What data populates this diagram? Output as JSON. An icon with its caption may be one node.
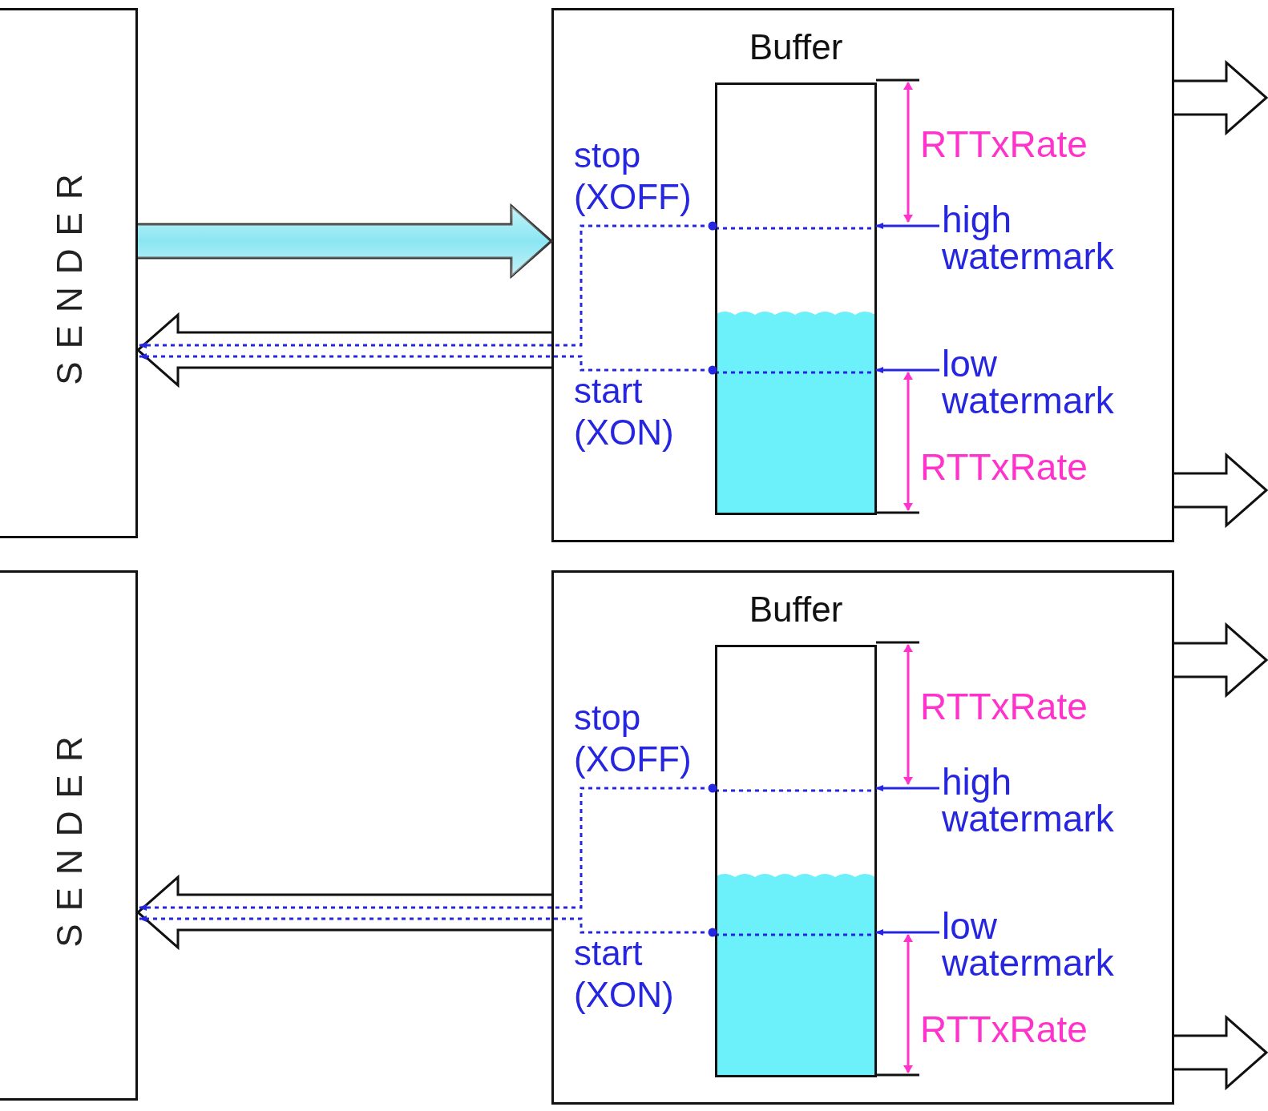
{
  "diagram": {
    "nodes": [
      {
        "text": [
          "SENDER"
        ]
      },
      {
        "text": [],
        "shape": "box"
      },
      {
        "text": [
          "Buffer"
        ],
        "in": 1
      },
      {
        "text": [
          "high watermark"
        ],
        "in": 1
      },
      {
        "text": [
          "low watermark"
        ],
        "in": 1
      },
      {
        "text": [
          "SENDER"
        ]
      },
      {
        "text": [],
        "shape": "box"
      },
      {
        "text": [
          "Buffer"
        ],
        "in": 6
      },
      {
        "text": [
          "high watermark"
        ],
        "in": 6
      },
      {
        "text": [
          "low watermark"
        ],
        "in": 6
      }
    ],
    "edges": [
      {
        "from": 0,
        "to": 1,
        "arrow": "to",
        "style": "thick",
        "color": "#8be6f2"
      },
      {
        "from": 1,
        "to": 0,
        "arrow": "to"
      },
      {
        "from": 2,
        "to": 0,
        "arrow": "to",
        "label": "stop (XOFF)",
        "style": "dashed",
        "color": "#2626e0"
      },
      {
        "from": 2,
        "to": 0,
        "arrow": "to",
        "label": "start (XON)",
        "style": "dashed",
        "color": "#2626e0"
      },
      {
        "from": 3,
        "to": 2,
        "arrow": "to",
        "color": "#2626e0"
      },
      {
        "from": 4,
        "to": 2,
        "arrow": "to",
        "color": "#2626e0"
      },
      {
        "from": 1,
        "to": null,
        "arrow": "to"
      },
      {
        "from": 1,
        "to": null,
        "arrow": "to"
      },
      {
        "from": 6,
        "to": 5,
        "arrow": "to"
      },
      {
        "from": 7,
        "to": 5,
        "arrow": "to",
        "label": "stop (XOFF)",
        "style": "dashed",
        "color": "#2626e0"
      },
      {
        "from": 7,
        "to": 5,
        "arrow": "to",
        "label": "start (XON)",
        "style": "dashed",
        "color": "#2626e0"
      },
      {
        "from": 8,
        "to": 7,
        "arrow": "to",
        "color": "#2626e0"
      },
      {
        "from": 9,
        "to": 7,
        "arrow": "to",
        "color": "#2626e0"
      },
      {
        "from": 6,
        "to": null,
        "arrow": "to"
      },
      {
        "from": 6,
        "to": null,
        "arrow": "to"
      }
    ],
    "labels": [
      "RTTxRate",
      "RTTxRate",
      "RTTxRate",
      "RTTxRate"
    ]
  }
}
